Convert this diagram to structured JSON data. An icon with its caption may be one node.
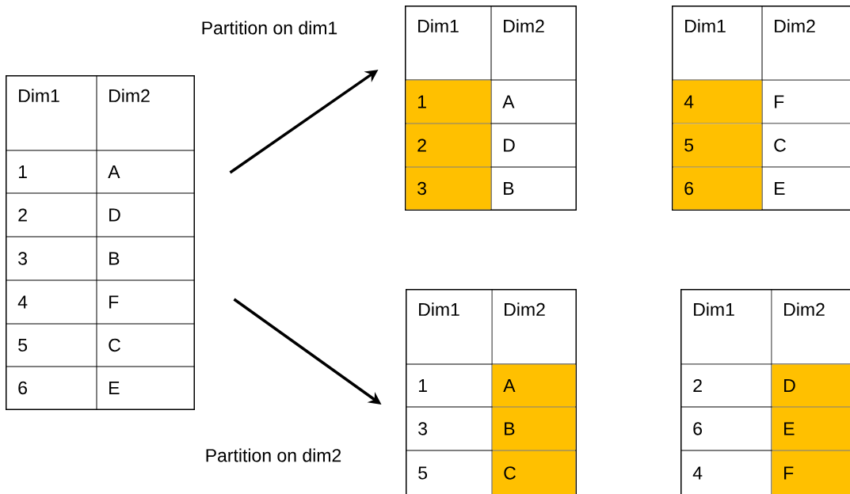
{
  "diagram": {
    "nodes": [
      {
        "text": [
          "Dim1",
          "Dim2",
          "1",
          "A",
          "2",
          "D",
          "3",
          "B",
          "4",
          "F",
          "5",
          "C",
          "6",
          "E"
        ]
      },
      {
        "text": [
          "Dim1",
          "Dim2",
          "1",
          "A",
          "2",
          "D",
          "3",
          "B"
        ]
      },
      {
        "text": [
          "Dim1",
          "Dim2",
          "4",
          "F",
          "5",
          "C",
          "6",
          "E"
        ]
      },
      {
        "text": [
          "Dim1",
          "Dim2",
          "1",
          "A",
          "3",
          "B",
          "5",
          "C"
        ]
      },
      {
        "text": [
          "Dim1",
          "Dim2",
          "2",
          "D",
          "6",
          "E",
          "4",
          "F"
        ]
      }
    ],
    "edges": [
      {
        "from": 0,
        "to": 1,
        "arrow": "to",
        "label": "Partition on dim1"
      },
      {
        "from": 0,
        "to": 3,
        "arrow": "to",
        "label": "Partition on dim2"
      }
    ]
  }
}
